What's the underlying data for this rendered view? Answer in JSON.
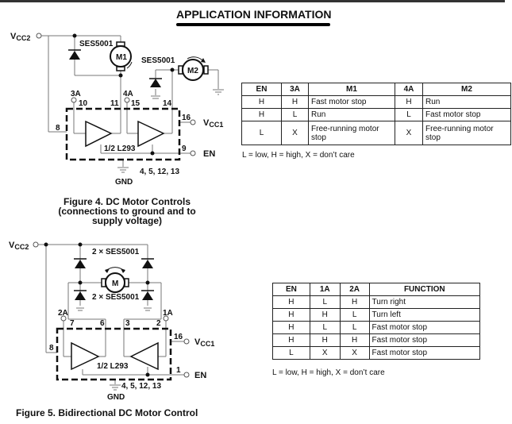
{
  "page": {
    "title": "APPLICATION INFORMATION"
  },
  "figure4": {
    "caption_lines": [
      "Figure 4. DC Motor Controls",
      "(connections to ground and to",
      "supply voltage)"
    ],
    "labels": {
      "vcc2": "V",
      "vcc2_sub": "CC2",
      "vcc1": "V",
      "vcc1_sub": "CC1",
      "diode1": "SES5001",
      "diode2": "SES5001",
      "motor1": "M1",
      "motor2": "M2",
      "input_3a": "3A",
      "input_4a": "4A",
      "pin10": "10",
      "pin11": "11",
      "pin15": "15",
      "pin14": "14",
      "pin8": "8",
      "pin16": "16",
      "pin9": "9",
      "chip": "1/2 L293",
      "en": "EN",
      "gnd_pins": "4, 5, 12, 13",
      "gnd": "GND"
    },
    "table": {
      "headers": [
        "EN",
        "3A",
        "M1",
        "4A",
        "M2"
      ],
      "rows": [
        [
          "H",
          "H",
          "Fast motor stop",
          "H",
          "Run"
        ],
        [
          "H",
          "L",
          "Run",
          "L",
          "Fast motor stop"
        ],
        [
          "L",
          "X",
          "Free-running motor stop",
          "X",
          "Free-running motor stop"
        ]
      ],
      "legend": "L = low, H = high, X = don’t care"
    }
  },
  "figure5": {
    "caption": "Figure 5. Bidirectional DC Motor Control",
    "labels": {
      "vcc2": "V",
      "vcc2_sub": "CC2",
      "vcc1": "V",
      "vcc1_sub": "CC1",
      "diodes_top": "2 × SES5001",
      "diodes_bottom": "2 × SES5001",
      "motor": "M",
      "input_2a": "2A",
      "input_1a": "1A",
      "pin7": "7",
      "pin6": "6",
      "pin3": "3",
      "pin2": "2",
      "pin8": "8",
      "pin16": "16",
      "pin1": "1",
      "chip": "1/2 L293",
      "en": "EN",
      "gnd_pins": "4, 5, 12, 13",
      "gnd": "GND"
    },
    "table": {
      "headers": [
        "EN",
        "1A",
        "2A",
        "FUNCTION"
      ],
      "rows": [
        [
          "H",
          "L",
          "H",
          "Turn right"
        ],
        [
          "H",
          "H",
          "L",
          "Turn left"
        ],
        [
          "H",
          "L",
          "L",
          "Fast motor stop"
        ],
        [
          "H",
          "H",
          "H",
          "Fast motor stop"
        ],
        [
          "L",
          "X",
          "X",
          "Fast motor stop"
        ]
      ],
      "legend": "L = low, H = high, X = don’t care"
    }
  }
}
